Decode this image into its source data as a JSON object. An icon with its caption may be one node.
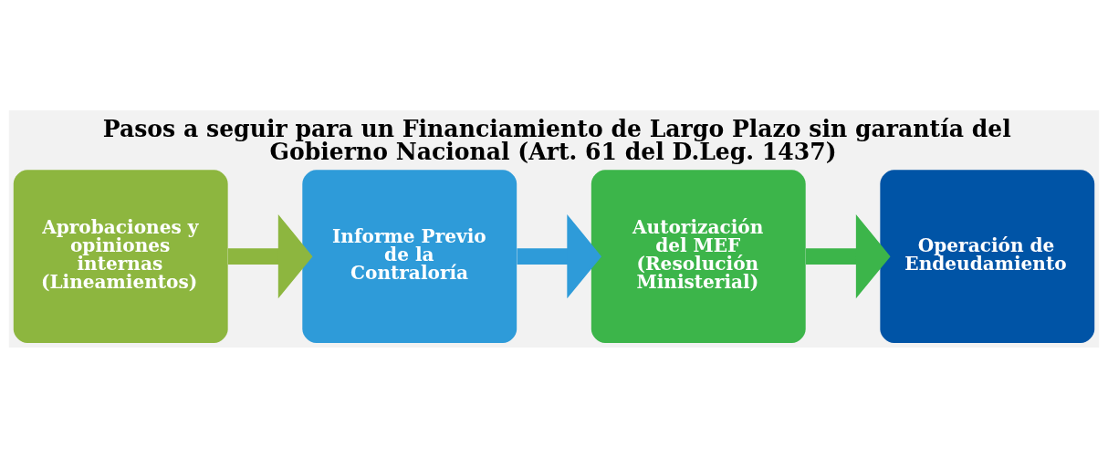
{
  "diagram": {
    "title": "Pasos a seguir para un Financiamiento de Largo Plazo sin garantía del Gobierno Nacional (Art. 61 del D.Leg. 1437)",
    "nodes": [
      {
        "text": [
          "Aprobaciones y opiniones internas (Lineamientos)"
        ]
      },
      {
        "text": [
          "Informe Previo de la Contraloría"
        ]
      },
      {
        "text": [
          "Autorización del MEF (Resolución Ministerial)"
        ]
      },
      {
        "text": [
          "Operación de Endeudamiento"
        ]
      }
    ],
    "edges": [
      {
        "from": 0,
        "to": 1,
        "arrow": "to",
        "color": "#8db63f"
      },
      {
        "from": 1,
        "to": 2,
        "arrow": "to",
        "color": "#2e9bd9"
      },
      {
        "from": 2,
        "to": 3,
        "arrow": "to",
        "color": "#3cb54a"
      }
    ]
  }
}
